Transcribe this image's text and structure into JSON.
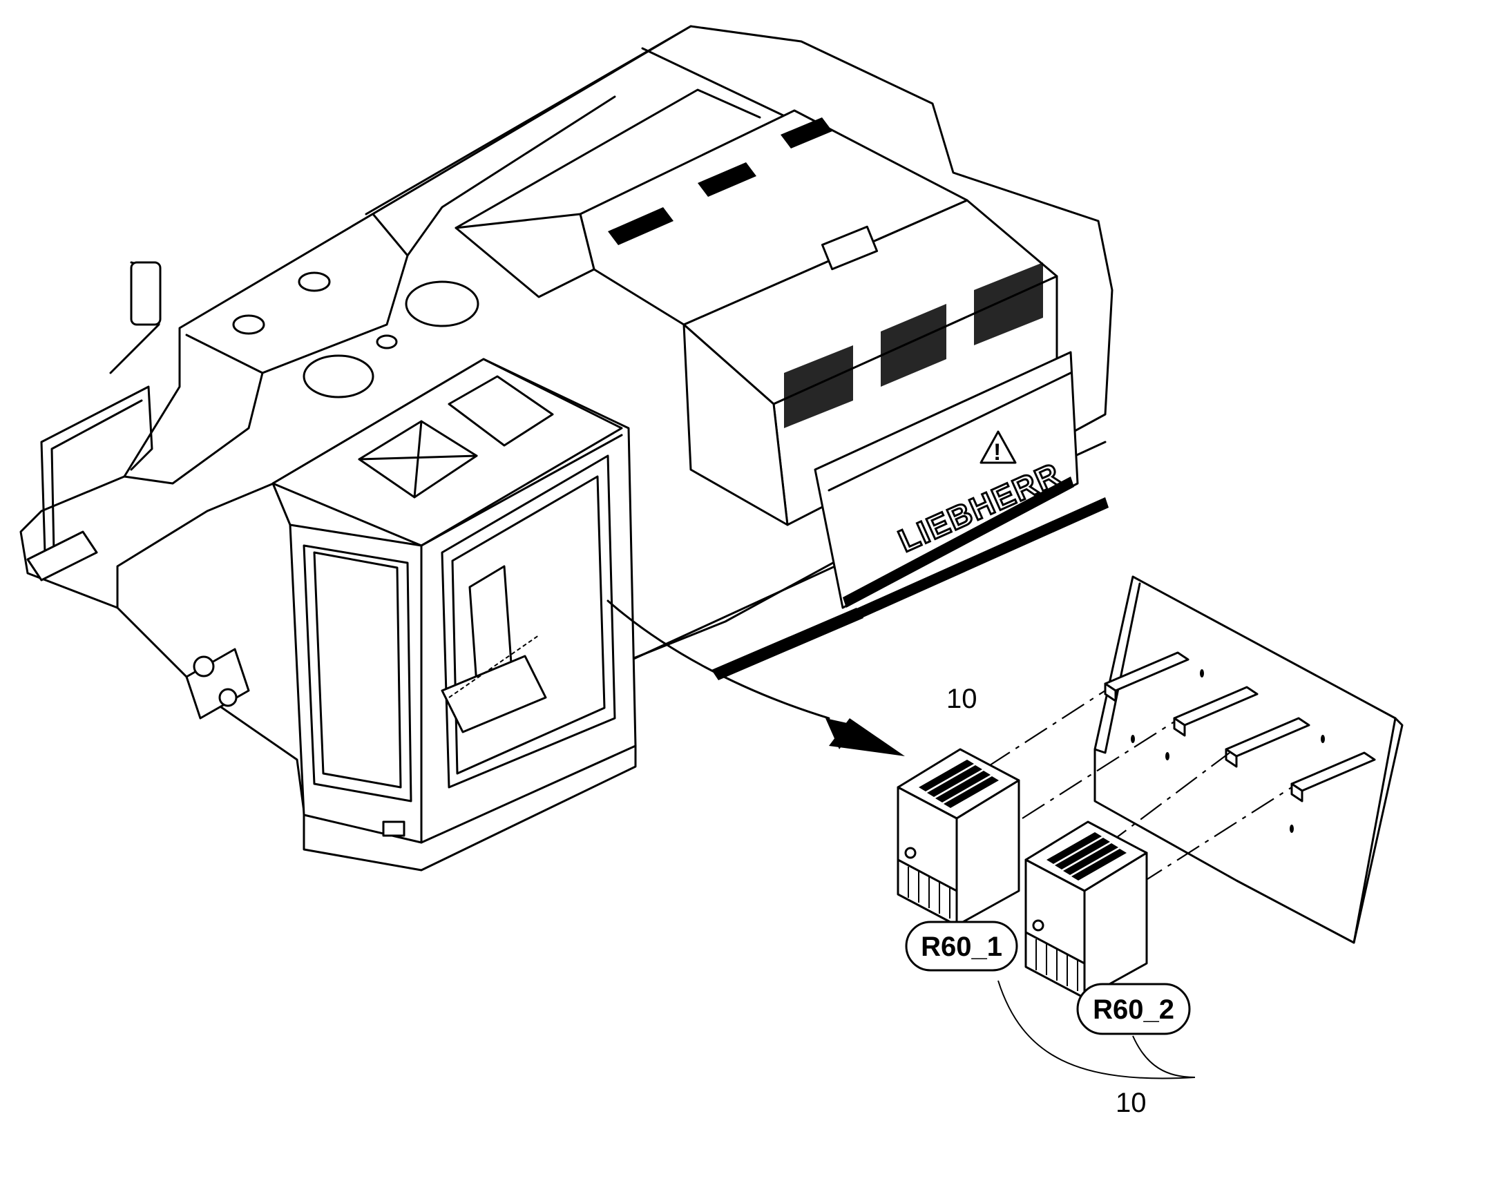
{
  "machine": {
    "brand_label": "LIEBHERR",
    "warning_symbol": "!"
  },
  "icons": {
    "warning": "warning-triangle-icon",
    "arrow": "callout-arrow-icon"
  },
  "callouts": {
    "top_item_number": "10",
    "bottom_item_number": "10"
  },
  "parts": [
    {
      "tag": "R60_1"
    },
    {
      "tag": "R60_2"
    }
  ]
}
